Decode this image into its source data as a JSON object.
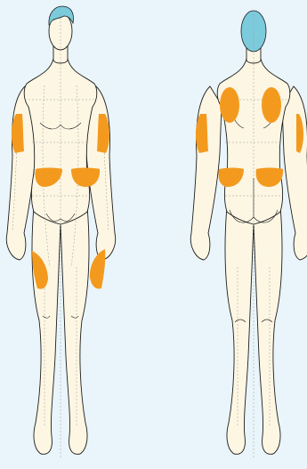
{
  "figure": {
    "views": [
      {
        "id": "front",
        "label": ""
      },
      {
        "id": "back",
        "label": ""
      }
    ],
    "colors": {
      "background": "#e9f5fa",
      "skin": "#fdf6e3",
      "outline": "#1e1e1e",
      "guide": "#9a9a9a",
      "hair": "#7ccbdc",
      "injection_site": "#f39a1e"
    },
    "injection_sites": {
      "front": [
        "left-upper-arm",
        "right-upper-arm",
        "left-abdomen",
        "right-abdomen",
        "left-thigh",
        "right-thigh"
      ],
      "back": [
        "left-shoulder-blade",
        "right-shoulder-blade",
        "left-upper-arm",
        "right-upper-arm",
        "left-lower-back",
        "right-lower-back"
      ]
    }
  }
}
